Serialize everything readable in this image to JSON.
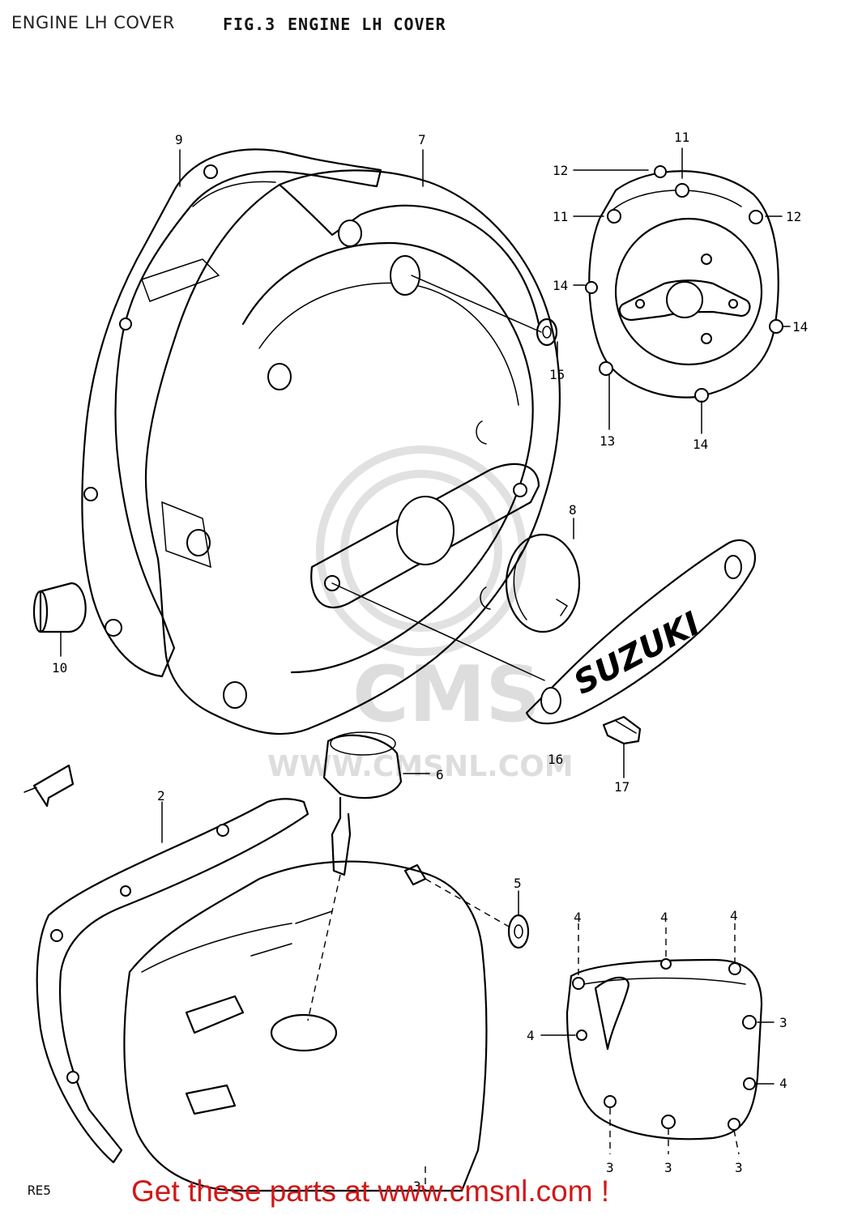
{
  "header": {
    "title": "ENGINE LH COVER",
    "fig_label": "FIG.3",
    "fig_title": "ENGINE LH COVER"
  },
  "callouts": {
    "c2": "2",
    "c3a": "3",
    "c3b": "3",
    "c3c": "3",
    "c3d": "3",
    "c3e": "3",
    "c4a": "4",
    "c4b": "4",
    "c4c": "4",
    "c4d": "4",
    "c4e": "4",
    "c5": "5",
    "c6": "6",
    "c7": "7",
    "c8": "8",
    "c9": "9",
    "c10": "10",
    "c11a": "11",
    "c11b": "11",
    "c12a": "12",
    "c12b": "12",
    "c13": "13",
    "c14a": "14",
    "c14b": "14",
    "c14c": "14",
    "c15": "15",
    "c16": "16",
    "c17": "17"
  },
  "badge": {
    "brand": "SUZUKI"
  },
  "watermark": {
    "brand": "CMS",
    "url": "WWW.CMSNL.COM"
  },
  "footer": {
    "ref": "RE5",
    "link_text": "Get these parts at www.cmsnl.com !"
  },
  "colors": {
    "link": "#d01818",
    "line": "#000000",
    "watermark": "#c8c8c8"
  }
}
